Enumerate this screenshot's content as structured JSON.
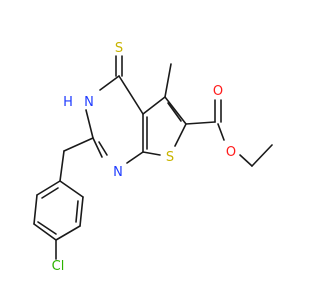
{
  "molecule": {
    "atoms": {
      "thione_s": {
        "text": "S",
        "color": "#c8b400"
      },
      "ring_s": {
        "text": "S",
        "color": "#c8b400"
      },
      "nh": {
        "text": "H",
        "color": "#1f3cff"
      },
      "n_nh": {
        "text": "N",
        "color": "#1f3cff"
      },
      "n_ring": {
        "text": "N",
        "color": "#1f3cff"
      },
      "o_carbonyl": {
        "text": "O",
        "color": "#ff1a1a"
      },
      "o_ester": {
        "text": "O",
        "color": "#ff1a1a"
      },
      "cl": {
        "text": "Cl",
        "color": "#2db300"
      }
    },
    "bond_color": "#1a1a1a"
  }
}
